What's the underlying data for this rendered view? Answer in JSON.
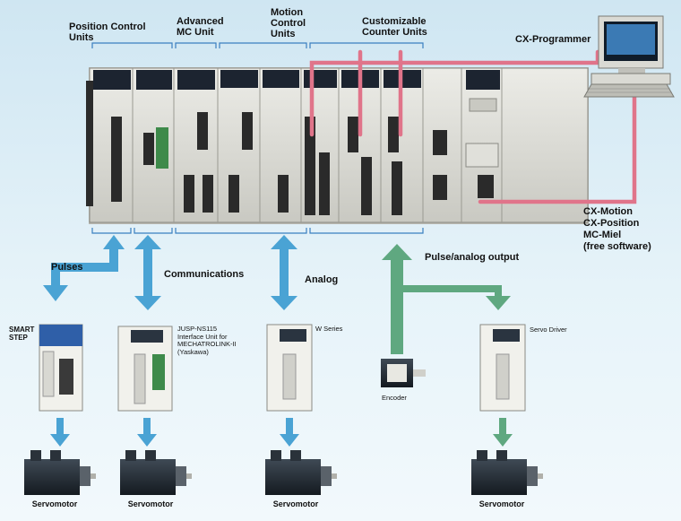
{
  "colors": {
    "background": "#d8ecf6",
    "cable_pink": "#e0748a",
    "arrow_blue": "#4aa3d4",
    "arrow_green": "#5fa880",
    "plc_gray": "#dcdcd6"
  },
  "labels": {
    "position_control": "Position Control\nUnits",
    "advanced_mc": "Advanced\nMC Unit",
    "motion_control": "Motion\nControl\nUnits",
    "customizable_counter": "Customizable\nCounter Units",
    "cx_programmer": "CX-Programmer",
    "software": "CX-Motion\nCX-Position\nMC-Miel\n(free software)",
    "pulses": "Pulses",
    "communications": "Communications",
    "analog": "Analog",
    "pulse_analog_output": "Pulse/analog output",
    "smart_step": "SMART\nSTEP",
    "jusp": "JUSP-NS115\nInterface Unit for\nMECHATROLINK-II\n(Yaskawa)",
    "w_series": "W Series",
    "encoder": "Encoder",
    "servo_driver": "Servo Driver",
    "servomotor_1": "Servomotor",
    "servomotor_2": "Servomotor",
    "servomotor_3": "Servomotor",
    "servomotor_4": "Servomotor"
  }
}
